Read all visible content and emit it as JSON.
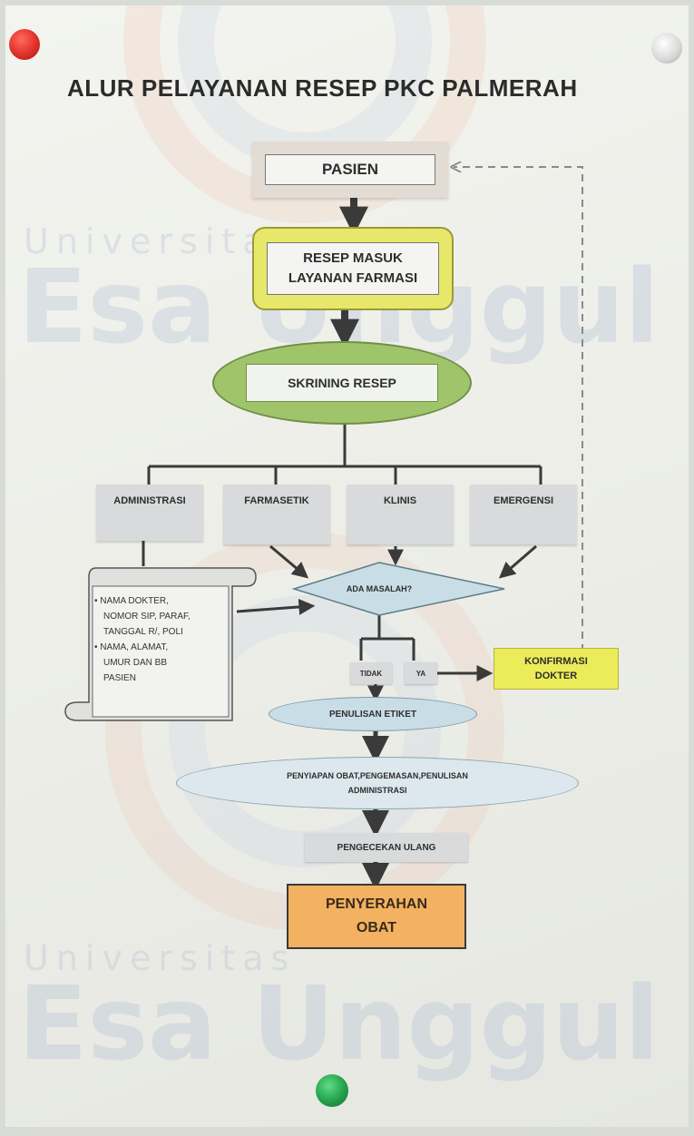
{
  "title": "ALUR PELAYANAN RESEP PKC PALMERAH",
  "watermark": {
    "small_text": "Universitas",
    "big_text": "Esa Unggul"
  },
  "nodes": {
    "pasien": "PASIEN",
    "resep_masuk_line1": "RESEP MASUK",
    "resep_masuk_line2": "LAYANAN FARMASI",
    "skrining": "SKRINING RESEP",
    "administrasi": "ADMINISTRASI",
    "farmasetik": "FARMASETIK",
    "klinis": "KLINIS",
    "emergensi": "EMERGENSI",
    "ada_masalah": "ADA MASALAH?",
    "tidak": "TIDAK",
    "ya": "YA",
    "konfirmasi_line1": "KONFIRMASI",
    "konfirmasi_line2": "DOKTER",
    "penulisan_etiket": "PENULISAN ETIKET",
    "penyiapan_line1": "PENYIAPAN OBAT,PENGEMASAN,PENULISAN",
    "penyiapan_line2": "ADMINISTRASI",
    "pengecekan": "PENGECEKAN ULANG",
    "penyerahan_line1": "PENYERAHAN",
    "penyerahan_line2": "OBAT"
  },
  "scroll_list": [
    "NAMA DOKTER,",
    "NOMOR SIP, PARAF,",
    "TANGGAL R/, POLI",
    "NAMA, ALAMAT,",
    "UMUR DAN BB",
    "PASIEN"
  ],
  "colors": {
    "yellow_highlight": "#e7e86a",
    "green_ellipse": "#9fc46a",
    "light_blue": "#c9dde6",
    "orange": "#f2b262",
    "grey_box": "#d8dadb",
    "pin_red": "#e0302a",
    "pin_green": "#23a04b"
  }
}
